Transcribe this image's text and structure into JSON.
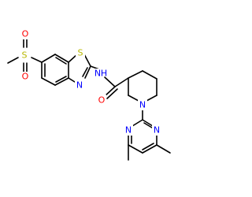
{
  "molecule": {
    "atoms": [
      {
        "id": "S1",
        "symbol": "S",
        "color": "#B8B800"
      },
      {
        "id": "O1",
        "symbol": "O",
        "color": "#FF0000"
      },
      {
        "id": "O2",
        "symbol": "O",
        "color": "#FF0000"
      },
      {
        "id": "S2",
        "symbol": "S",
        "color": "#B8B800"
      },
      {
        "id": "N1",
        "symbol": "N",
        "color": "#0000FF"
      },
      {
        "id": "N2",
        "symbol": "N",
        "color": "#0000FF"
      },
      {
        "id": "H1",
        "symbol": "H",
        "color": "#0000FF"
      },
      {
        "id": "O3",
        "symbol": "O",
        "color": "#FF0000"
      },
      {
        "id": "N3",
        "symbol": "N",
        "color": "#0000FF"
      },
      {
        "id": "N4",
        "symbol": "N",
        "color": "#0000FF"
      },
      {
        "id": "N5",
        "symbol": "N",
        "color": "#0000FF"
      }
    ],
    "bond_color": "#000000"
  }
}
